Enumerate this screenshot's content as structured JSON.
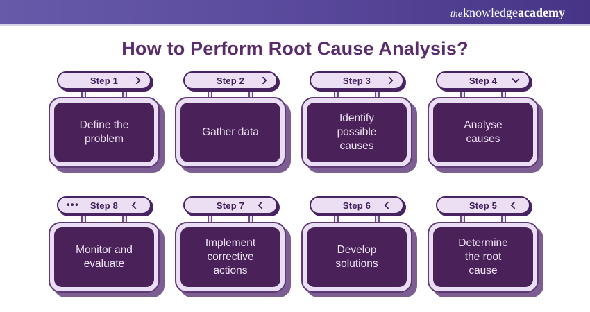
{
  "header": {
    "logo": {
      "the": "the",
      "knowledge": "knowledge",
      "academy": "academy"
    }
  },
  "title": "How to Perform Root Cause Analysis?",
  "colors": {
    "header_gradient_left": "#675aa9",
    "header_gradient_right": "#473487",
    "header_underline": "#d7d1ea",
    "title_text": "#5b2c6b",
    "pill_fill": "#ecdff4",
    "pill_border": "#472361",
    "pill_text": "#40205a",
    "card_fill": "#4a2159",
    "card_frame": "#e9def3",
    "card_outline": "#5f3a75",
    "card_shadow": "#7d5e92",
    "card_text": "#ece3f4",
    "background": "#ffffff"
  },
  "steps": [
    {
      "label": "Step 1",
      "text": "Define the problem",
      "chevron": "right"
    },
    {
      "label": "Step 2",
      "text": "Gather data",
      "chevron": "right"
    },
    {
      "label": "Step 3",
      "text": "Identify possible causes",
      "chevron": "right"
    },
    {
      "label": "Step 4",
      "text": "Analyse causes",
      "chevron": "down"
    },
    {
      "label": "Step 5",
      "text": "Determine the root cause",
      "chevron": "left"
    },
    {
      "label": "Step 6",
      "text": "Develop solutions",
      "chevron": "left"
    },
    {
      "label": "Step 7",
      "text": "Implement corrective actions",
      "chevron": "left"
    },
    {
      "label": "Step 8",
      "text": "Monitor and evaluate",
      "chevron": "left",
      "dots": "•••"
    }
  ]
}
